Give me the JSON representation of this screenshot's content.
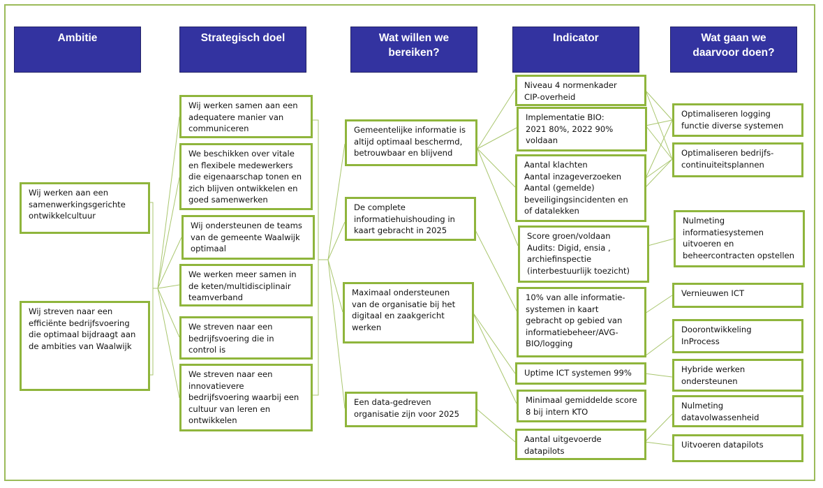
{
  "headers": {
    "ambitie": "Ambitie",
    "strategisch": "Strategisch doel",
    "bereiken": "Wat willen we\nbereiken?",
    "indicator": "Indicator",
    "doen": "Wat gaan we\ndaarvoor doen?"
  },
  "ambities": [
    "Wij werken aan een\nsamenwerkingsgerichte\nontwikkelcultuur",
    "Wij streven naar een\nefficiënte bedrijfsvoering\ndie  optimaal bijdraagt aan\nde ambities van Waalwijk"
  ],
  "strategische_doelen": [
    "Wij werken samen aan een\nadequatere manier van\ncommuniceren",
    "We beschikken over vitale\nen flexibele medewerkers\ndie eigenaarschap tonen en\nzich blijven ontwikkelen en\ngoed samenwerken",
    "Wij ondersteunen de teams\nvan de gemeente Waalwijk\noptimaal",
    "We werken meer samen in\nde keten/multidisciplinair\nteamverband",
    "We streven naar een\nbedrijfsvoering die in\ncontrol is",
    "We streven naar een\ninnovatievere\nbedrijfsvoering waarbij een\ncultuur van leren en\nontwikkelen"
  ],
  "bereiken": [
    "Gemeentelijke informatie is\naltijd optimaal beschermd,\nbetrouwbaar en blijvend",
    "De complete\ninformatiehuishouding in\nkaart gebracht in 2025",
    "Maximaal ondersteunen\nvan de organisatie bij het\ndigitaal en zaakgericht\nwerken",
    "Een data-gedreven\norganisatie zijn voor 2025"
  ],
  "indicatoren": [
    "Niveau 4 normenkader\nCIP-overheid",
    "Implementatie BIO:\n2021 80%, 2022 90%\nvoldaan",
    "Aantal klachten\nAantal inzageverzoeken\nAantal (gemelde)\nbeveiligingsincidenten en\nof datalekken",
    "Score groen/voldaan\nAudits: Digid, ensia ,\narchiefinspectie\n(interbestuurlijk toezicht)",
    "10% van alle informatie-\nsystemen in kaart\ngebracht op gebied van\ninformatiebeheer/AVG-\nBIO/logging",
    "Uptime ICT systemen 99%",
    "Minimaal gemiddelde score\n8 bij intern KTO",
    "Aantal uitgevoerde\ndatapilots"
  ],
  "acties": [
    "Optimaliseren logging\nfunctie diverse systemen",
    "Optimaliseren bedrijfs-\ncontinuiteitsplannen",
    "Nulmeting\ninformatiesystemen\nuitvoeren en\nbeheercontracten opstellen",
    "Vernieuwen ICT",
    "Doorontwikkeling\nInProcess",
    "Hybride werken\nondersteunen",
    "Nulmeting\ndatavolwassenheid",
    "Uitvoeren datapilots"
  ],
  "colors": {
    "header_fill": "#3333a0",
    "box_border": "#8fb53c",
    "connector": "#9bbb59",
    "frame": "#9bbb59"
  }
}
